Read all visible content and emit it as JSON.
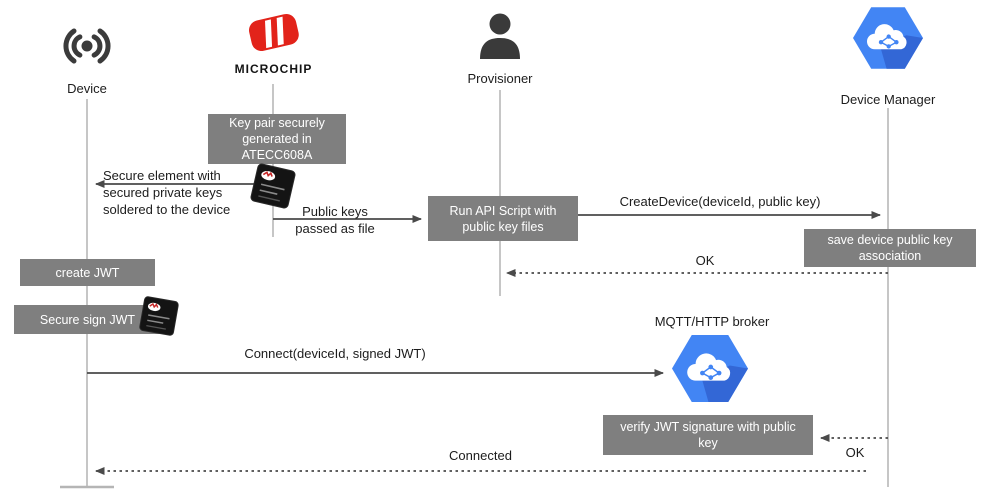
{
  "actors": {
    "device": "Device",
    "microchip": "MICROCHIP",
    "provisioner": "Provisioner",
    "device_manager": "Device Manager"
  },
  "boxes": {
    "keypair": "Key pair securely generated in ATECC608A",
    "run_api": "Run API Script with public key files",
    "save_assoc": "save device public key association",
    "create_jwt": "create JWT",
    "secure_sign": "Secure sign JWT",
    "verify_jwt": "verify JWT signature with public key"
  },
  "messages": {
    "secure_element": "Secure element with secured private keys soldered to the device",
    "public_keys": "Public keys passed as file",
    "create_device": "CreateDevice(deviceId, public key)",
    "ok_save": "OK",
    "connect": "Connect(deviceId, signed JWT)",
    "ok_verify": "OK",
    "connected": "Connected"
  },
  "labels": {
    "broker": "MQTT/HTTP broker"
  },
  "colors": {
    "box_gray": "#7f7f7f",
    "arrow": "#4a4a4a",
    "lifeline": "#b3b3b3",
    "microchip_red": "#e2231a",
    "gcp_blue": "#4285f4",
    "gcp_blue_dark": "#3367d6",
    "chip_black": "#141414"
  }
}
